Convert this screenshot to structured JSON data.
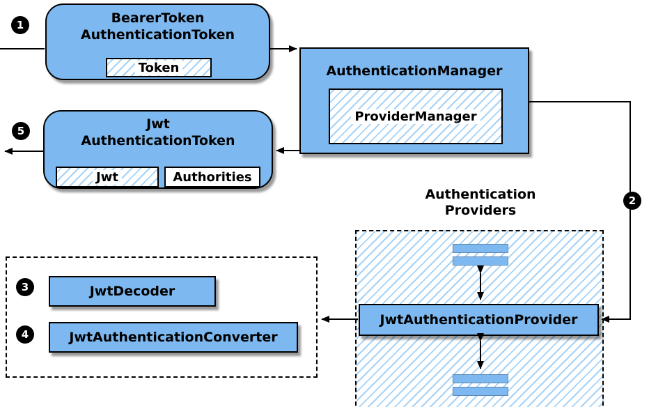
{
  "colors": {
    "node_fill": "#7db9f0",
    "hatch_line": "#a6d2f6",
    "outline": "#000000",
    "badge_bg": "#000000",
    "badge_text": "#ffffff"
  },
  "badges": {
    "step1": "1",
    "step2": "2",
    "step3": "3",
    "step4": "4",
    "step5": "5"
  },
  "nodes": {
    "bearer": {
      "title_line1": "BearerToken",
      "title_line2": "AuthenticationToken",
      "token_label": "Token"
    },
    "manager": {
      "title": "AuthenticationManager",
      "inner_label": "ProviderManager"
    },
    "jwt_token": {
      "title_line1": "Jwt",
      "title_line2": "AuthenticationToken",
      "jwt_label": "Jwt",
      "authorities_label": "Authorities"
    },
    "providers_group": {
      "title_line1": "Authentication",
      "title_line2": "Providers",
      "provider_label": "JwtAuthenticationProvider"
    },
    "helpers": {
      "decoder_label": "JwtDecoder",
      "converter_label": "JwtAuthenticationConverter"
    }
  }
}
